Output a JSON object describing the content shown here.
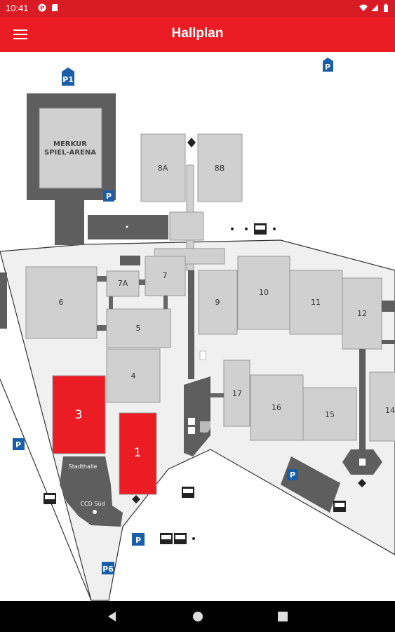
{
  "status": {
    "time": "10:41"
  },
  "header": {
    "title": "Hallplan"
  },
  "map": {
    "arena": {
      "line1": "MERKUR",
      "line2": "SPIEL-ARENA"
    },
    "halls": [
      {
        "id": "h8a",
        "label": "8A"
      },
      {
        "id": "h8b",
        "label": "8B"
      },
      {
        "id": "h7a",
        "label": "7A"
      },
      {
        "id": "h7",
        "label": "7"
      },
      {
        "id": "h6",
        "label": "6"
      },
      {
        "id": "h5",
        "label": "5"
      },
      {
        "id": "h4",
        "label": "4"
      },
      {
        "id": "h3",
        "label": "3"
      },
      {
        "id": "h1",
        "label": "1"
      },
      {
        "id": "h9",
        "label": "9"
      },
      {
        "id": "h10",
        "label": "10"
      },
      {
        "id": "h11",
        "label": "11"
      },
      {
        "id": "h12",
        "label": "12"
      },
      {
        "id": "h17",
        "label": "17"
      },
      {
        "id": "h16",
        "label": "16"
      },
      {
        "id": "h15",
        "label": "15"
      },
      {
        "id": "h14",
        "label": "14"
      }
    ],
    "stadthalle": "Stadthalle",
    "ccd_sued": "CCD Süd",
    "parking": {
      "p1": "P1",
      "p6": "P6",
      "p": "P"
    },
    "highlight_color": "#ec1c24",
    "hall_color": "#d0d0d0",
    "dark_color": "#5e5e5e"
  }
}
